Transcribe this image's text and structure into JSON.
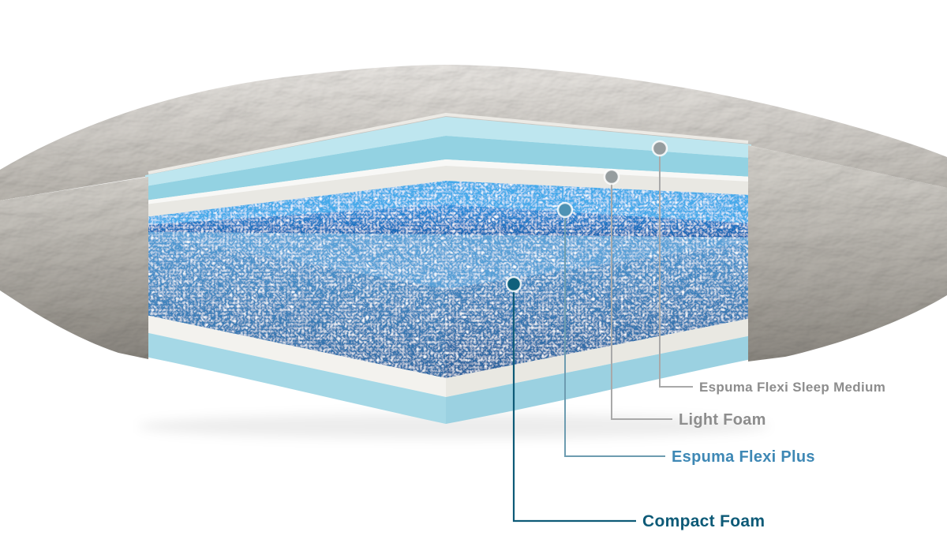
{
  "diagram": {
    "background": "#ffffff",
    "callouts": [
      {
        "id": "espuma-flexi-sleep-medium",
        "label": "Espuma Flexi Sleep Medium",
        "label_color": "#8d8d8d",
        "line_color": "#a9a9a9",
        "dot_color": "#969d9f"
      },
      {
        "id": "light-foam",
        "label": "Light Foam",
        "label_color": "#8d8d8d",
        "line_color": "#a9a9a9",
        "dot_color": "#969d9f"
      },
      {
        "id": "espuma-flexi-plus",
        "label": "Espuma Flexi Plus",
        "label_color": "#3e88b5",
        "line_color": "#6d9cb0",
        "dot_color": "#4e92b4"
      },
      {
        "id": "compact-foam",
        "label": "Compact Foam",
        "label_color": "#0d5a77",
        "line_color": "#0d5a77",
        "dot_color": "#10607c"
      }
    ],
    "layer_colors": {
      "cover_fabric": "#c9c5be",
      "top_comfort_foam": "#bee6ef",
      "transition_white": "#f3f2ee",
      "espuma_flexi_plus": "#2f97e0",
      "compact_foam": "#4a93cd",
      "base_white": "#f3f2ee",
      "base_foam": "#a5d8e6"
    }
  }
}
